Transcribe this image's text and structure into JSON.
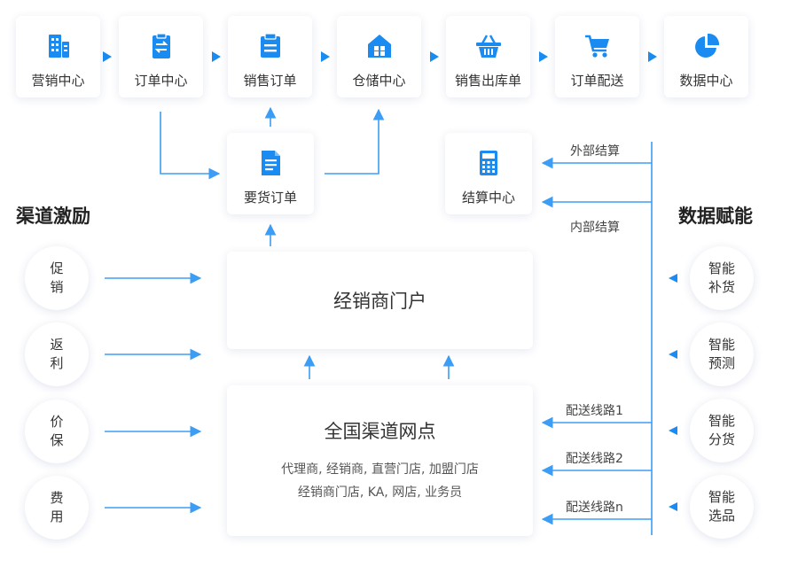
{
  "flow_top": [
    {
      "label": "营销中心",
      "icon": "building-icon"
    },
    {
      "label": "订单中心",
      "icon": "clipboard-exchange-icon"
    },
    {
      "label": "销售订单",
      "icon": "document-list-icon"
    },
    {
      "label": "仓储中心",
      "icon": "warehouse-icon"
    },
    {
      "label": "销售出库单",
      "icon": "basket-icon"
    },
    {
      "label": "订单配送",
      "icon": "shopping-cart-icon"
    },
    {
      "label": "数据中心",
      "icon": "pie-chart-icon"
    }
  ],
  "requisition": {
    "label": "要货订单",
    "icon": "file-lines-icon"
  },
  "settlement": {
    "label": "结算中心",
    "icon": "calculator-icon"
  },
  "portal": {
    "title": "经销商门户"
  },
  "network": {
    "title": "全国渠道网点",
    "line1": "代理商, 经销商, 直营门店, 加盟门店",
    "line2": "经销商门店, KA, 网店, 业务员"
  },
  "left_section": {
    "title": "渠道激励",
    "items": [
      {
        "line1": "促",
        "line2": "销"
      },
      {
        "line1": "返",
        "line2": "利"
      },
      {
        "line1": "价",
        "line2": "保"
      },
      {
        "line1": "费",
        "line2": "用"
      }
    ]
  },
  "right_section": {
    "title": "数据赋能",
    "items": [
      {
        "line1": "智能",
        "line2": "补货"
      },
      {
        "line1": "智能",
        "line2": "预测"
      },
      {
        "line1": "智能",
        "line2": "分货"
      },
      {
        "line1": "智能",
        "line2": "选品"
      }
    ]
  },
  "settlement_labels": {
    "external": "外部结算",
    "internal": "内部结算"
  },
  "routes": [
    "配送线路1",
    "配送线路2",
    "配送线路n"
  ],
  "colors": {
    "accent": "#1a8bf0",
    "text": "#333333",
    "line": "#3d9df5"
  }
}
